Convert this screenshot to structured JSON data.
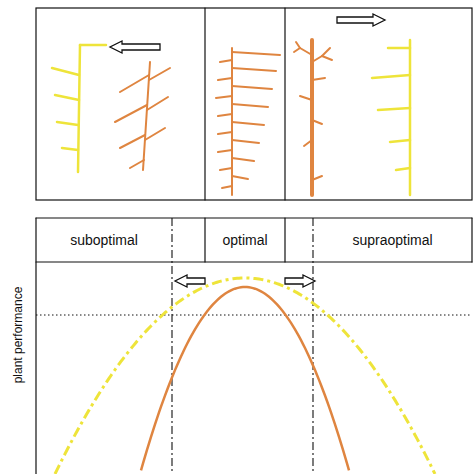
{
  "diagram": {
    "nodes": [
      {
        "text": [
          "suboptimal"
        ]
      },
      {
        "text": [
          "optimal"
        ]
      },
      {
        "text": [
          "supraoptimal"
        ]
      }
    ],
    "labels": [
      "plant performance"
    ]
  }
}
